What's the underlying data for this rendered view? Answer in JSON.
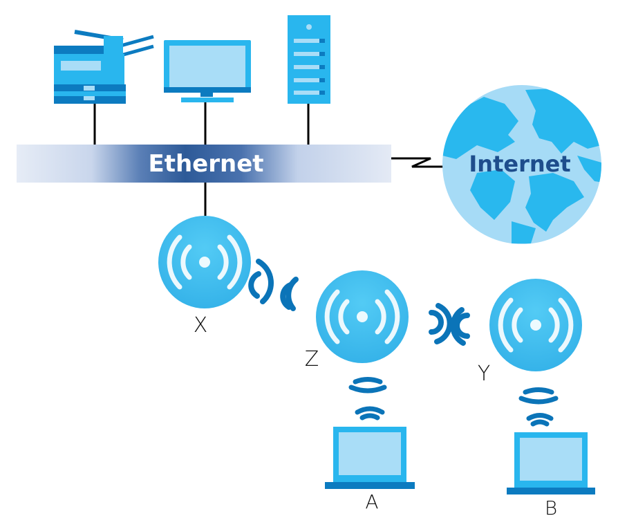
{
  "diagram": {
    "ethernet_label": "Ethernet",
    "internet_label": "Internet",
    "labels": {
      "x": "X",
      "z": "Z",
      "y": "Y",
      "a": "A",
      "b": "B"
    },
    "colors": {
      "device_blue": "#29B6EE",
      "device_light": "#A9DDF7",
      "device_dark": "#0C7BC0",
      "ap_blue": "#3BB9EE",
      "ap_gradient_top": "#47C6F4",
      "signal_blue": "#0B74B8",
      "globe_ocean": "#A6DBF6",
      "globe_land": "#29B8EE",
      "internet_text": "#1E4D8C",
      "ethernet_light": "#E4EAF5",
      "ethernet_dark": "#2E5C9A",
      "line": "#000000"
    }
  }
}
